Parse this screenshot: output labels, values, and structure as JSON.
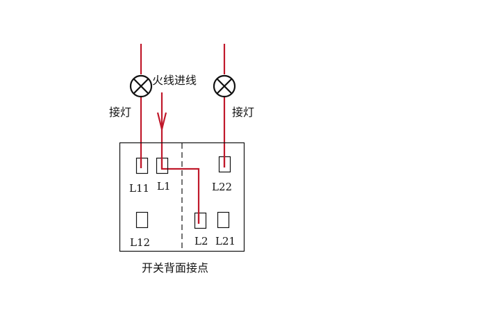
{
  "diagram": {
    "title": "开关背面接点",
    "labels": {
      "live_in": "火线进线",
      "lamp_left": "接灯",
      "lamp_right": "接灯"
    },
    "terminals": [
      "L11",
      "L1",
      "L22",
      "L12",
      "L2",
      "L21"
    ],
    "colors": {
      "wire": "#c0182a",
      "line": "#111111",
      "background": "#ffffff"
    }
  }
}
